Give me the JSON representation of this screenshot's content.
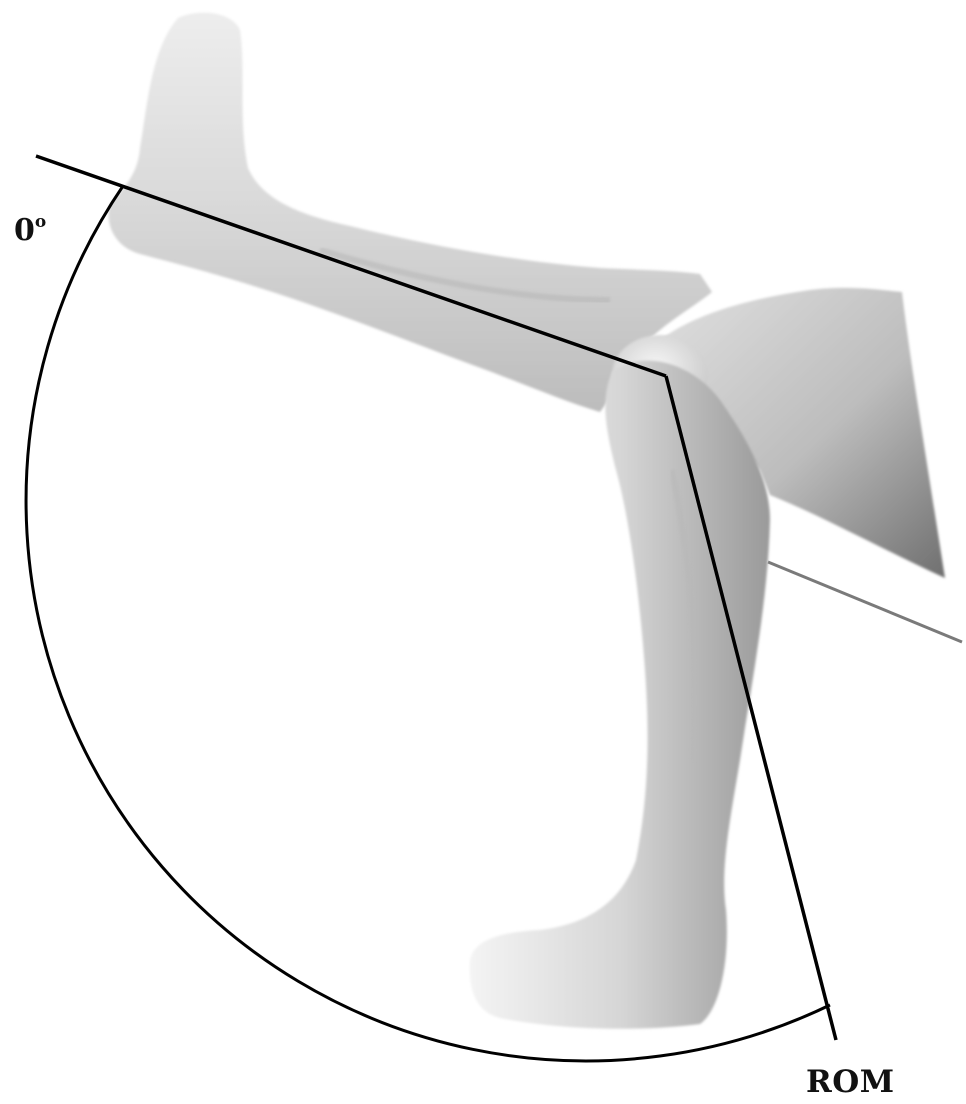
{
  "labels": {
    "start_angle_value": "0",
    "start_angle_unit": "o",
    "end_label": "ROM"
  },
  "colors": {
    "background": "#ffffff",
    "reference_lines": "#000000",
    "skin_light": "#f2f2f2",
    "skin_mid": "#c9c9c9",
    "skin_dark": "#7d7d7d",
    "table_edge": "#7a7a7a"
  },
  "figure": {
    "subject": "knee-flexion-range-of-motion",
    "leg_positions": [
      "extended",
      "flexed"
    ]
  }
}
